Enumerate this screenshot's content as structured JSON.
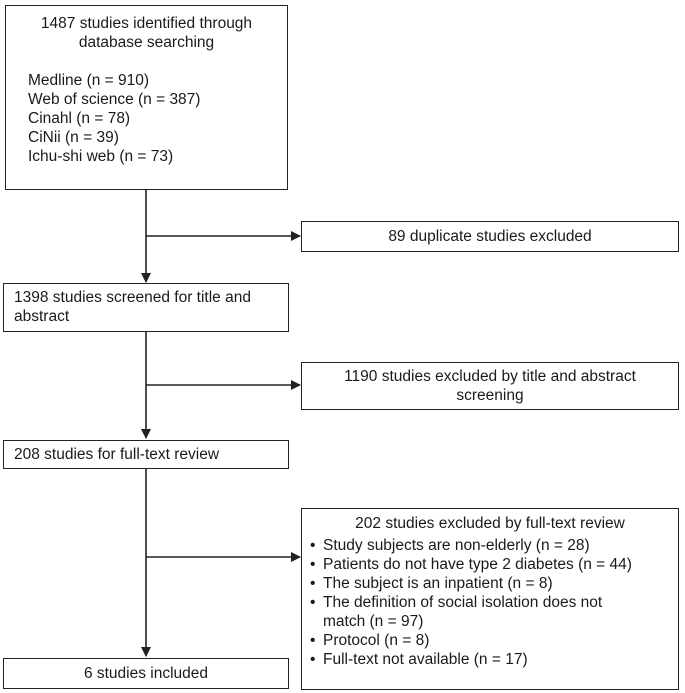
{
  "identification": {
    "title_line1": "1487 studies identified through",
    "title_line2": "database searching",
    "sources": [
      "Medline (n = 910)",
      "Web of science (n = 387)",
      "Cinahl (n = 78)",
      "CiNii (n = 39)",
      "Ichu-shi web (n = 73)"
    ]
  },
  "duplicates": {
    "text": "89 duplicate studies excluded"
  },
  "screened": {
    "line1": "1398 studies screened for title and",
    "line2": "abstract"
  },
  "title_excluded": {
    "line1": "1190 studies excluded by title and abstract",
    "line2": "screening"
  },
  "fulltext": {
    "text": "208 studies for full-text review"
  },
  "fulltext_excluded": {
    "title": "202 studies excluded by full-text review",
    "reasons": [
      "Study subjects are non-elderly (n = 28)",
      "Patients do not have type 2 diabetes (n = 44)",
      "The subject is an inpatient (n = 8)",
      "The definition of social isolation does not",
      "Protocol (n = 8)",
      "Full-text not available (n = 17)"
    ],
    "reason4_cont": "match (n = 97)"
  },
  "included": {
    "text": "6 studies included"
  }
}
